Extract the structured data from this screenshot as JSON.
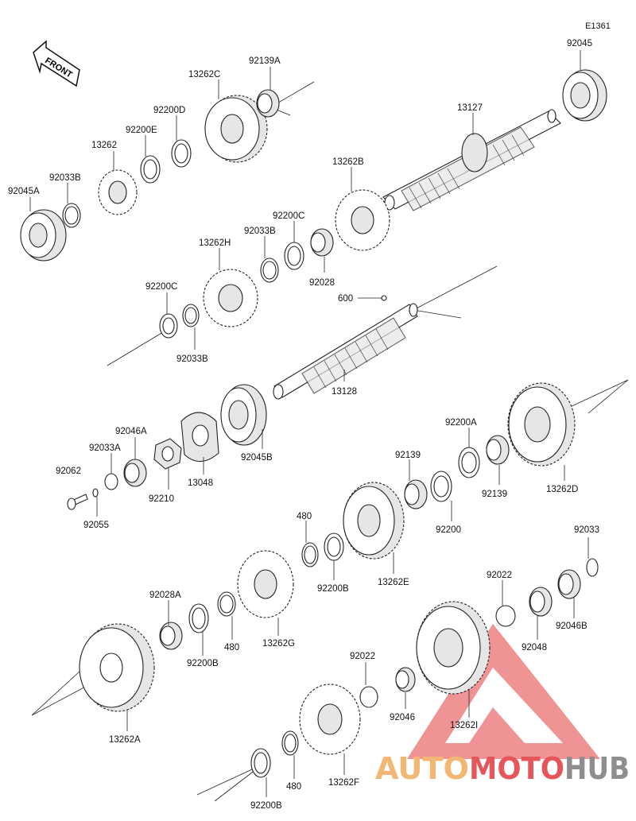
{
  "diagram_code": "E1361",
  "front_label": "FRONT",
  "brand": {
    "part1": "AUTO",
    "part2": "MOTO",
    "part3": "HUB",
    "color_orange": "#f2b774",
    "color_red": "#e5565a",
    "color_gray": "#8e8e8e"
  },
  "labels": [
    "92045",
    "13127",
    "92139A",
    "13262C",
    "92200D",
    "92200E",
    "13262",
    "92033B",
    "92045A",
    "13262B",
    "92200C",
    "92033B",
    "92028",
    "13262H",
    "92200C",
    "92033B",
    "600",
    "13128",
    "92046A",
    "92033A",
    "92062",
    "92055",
    "92210",
    "13048",
    "92045B",
    "92200A",
    "92139",
    "92139",
    "13262D",
    "92200",
    "480",
    "92200B",
    "13262E",
    "92033",
    "92022",
    "92046B",
    "92048",
    "92028A",
    "92200B",
    "480",
    "13262G",
    "13262A",
    "92022",
    "92046",
    "13262I",
    "480",
    "92200B",
    "13262F"
  ]
}
